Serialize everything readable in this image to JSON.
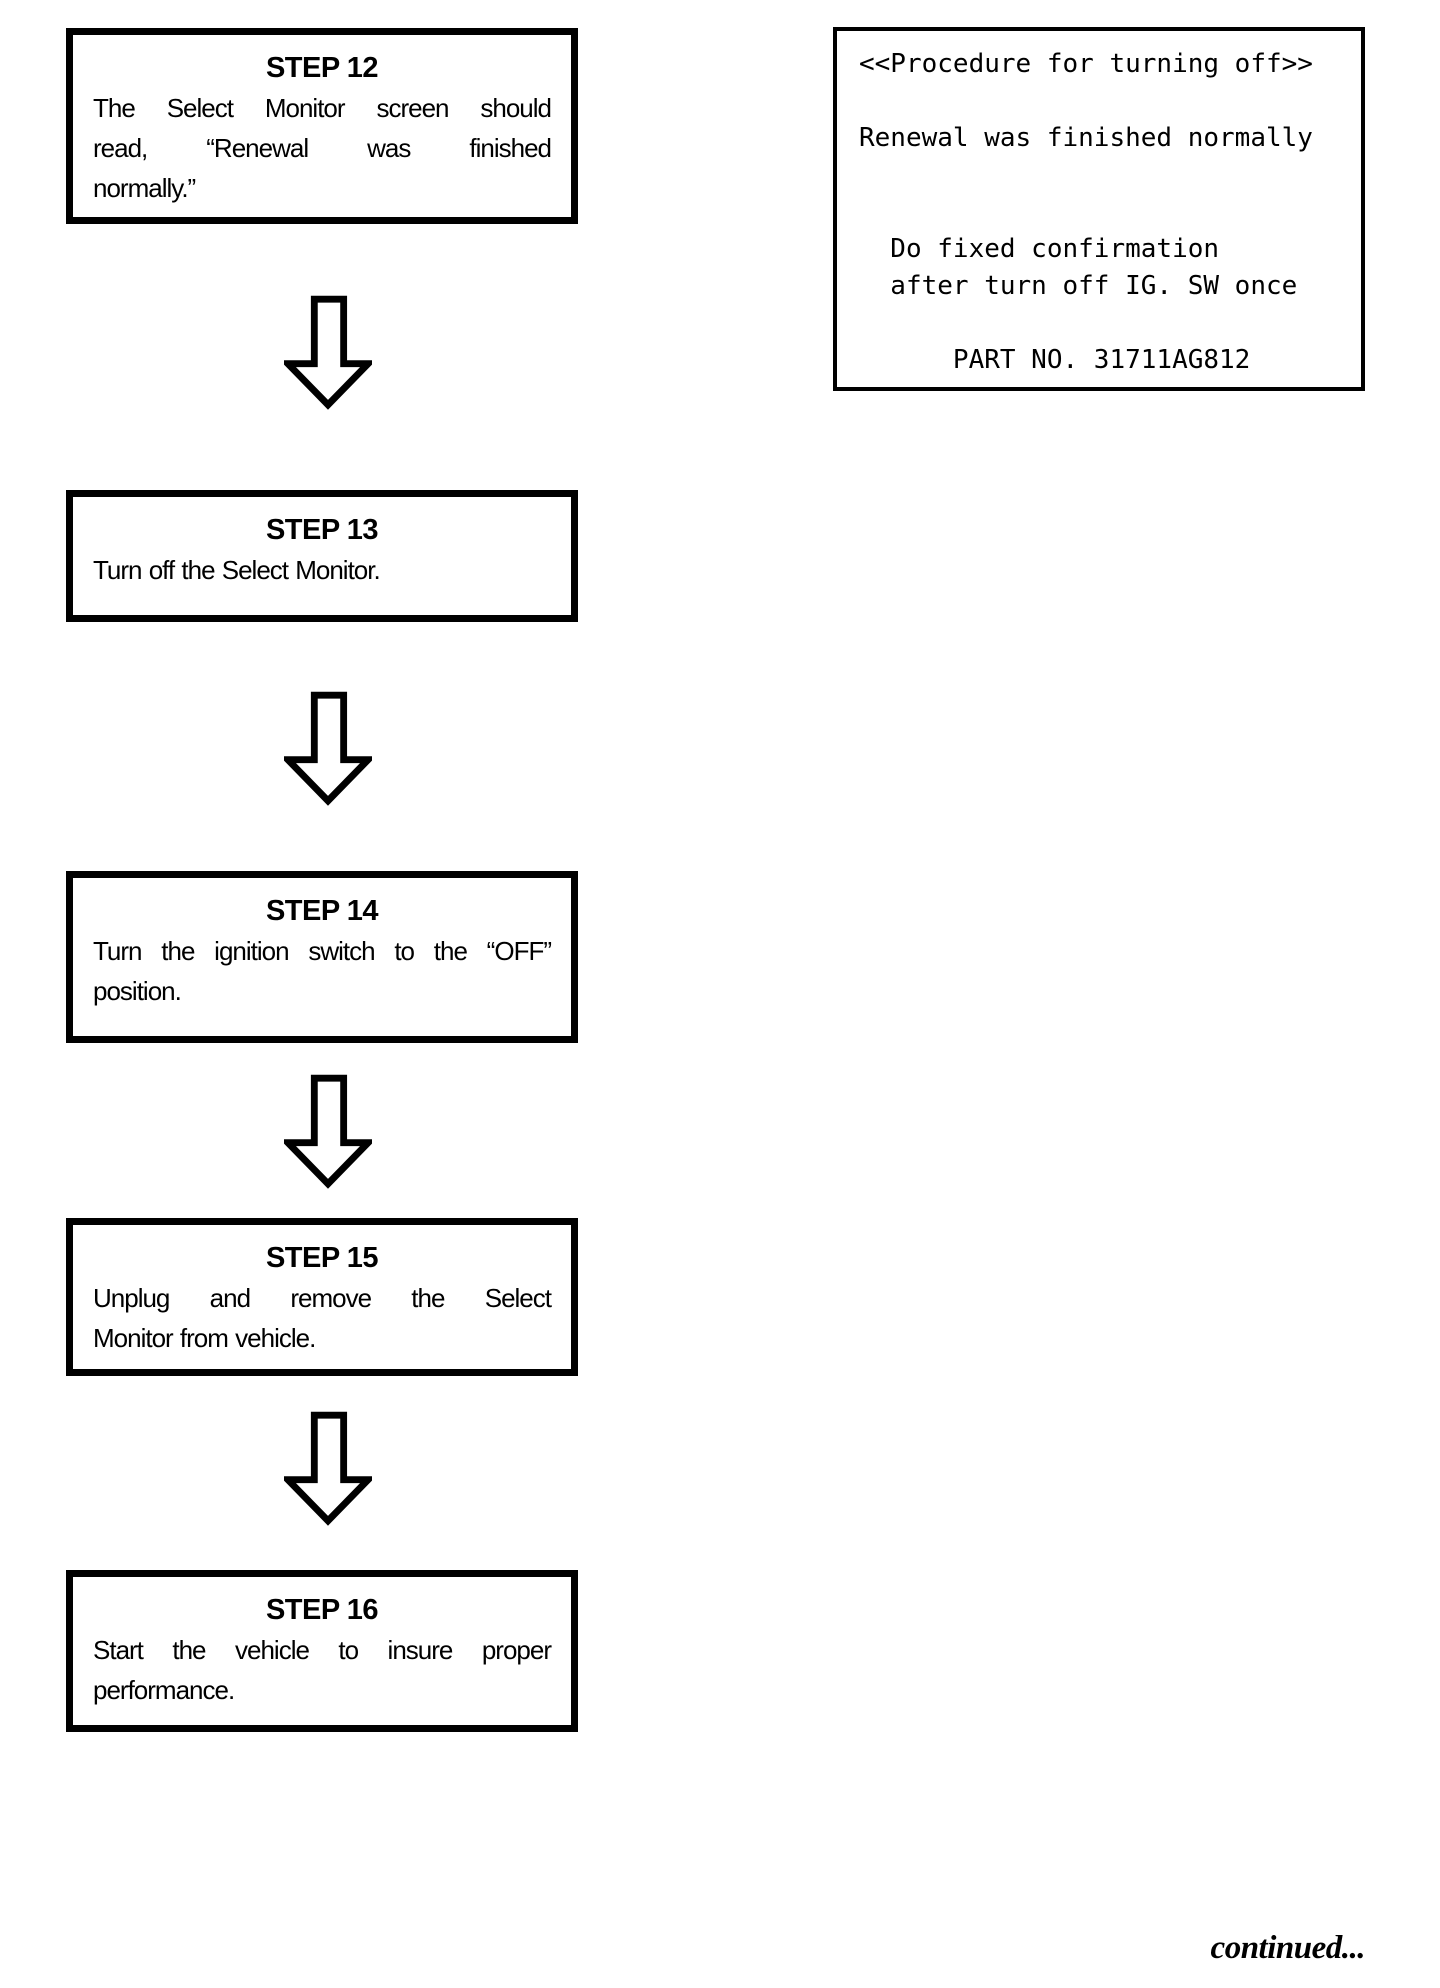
{
  "colors": {
    "ink": "#000000",
    "paper": "#ffffff"
  },
  "icons": {
    "flow_arrow": "down-block-arrow-icon"
  },
  "steps": [
    {
      "title": "STEP 12",
      "lines": [
        "The Select Monitor screen should",
        "read, “Renewal was finished",
        "normally.”"
      ]
    },
    {
      "title": "STEP 13",
      "lines": [
        "Turn off the Select Monitor."
      ]
    },
    {
      "title": "STEP 14",
      "lines": [
        "Turn the ignition switch to the “OFF”",
        "position."
      ]
    },
    {
      "title": "STEP 15",
      "lines": [
        "Unplug and remove the Select",
        "Monitor from vehicle."
      ]
    },
    {
      "title": "STEP 16",
      "lines": [
        "Start the vehicle to insure proper",
        "performance."
      ]
    }
  ],
  "screen_panel": {
    "lines": [
      "<<Procedure for turning off>>",
      "",
      "Renewal was finished normally",
      "",
      "",
      "  Do fixed confirmation",
      "  after turn off IG. SW once",
      "",
      "      PART NO. 31711AG812"
    ]
  },
  "footer": {
    "continued_label": "continued..."
  }
}
